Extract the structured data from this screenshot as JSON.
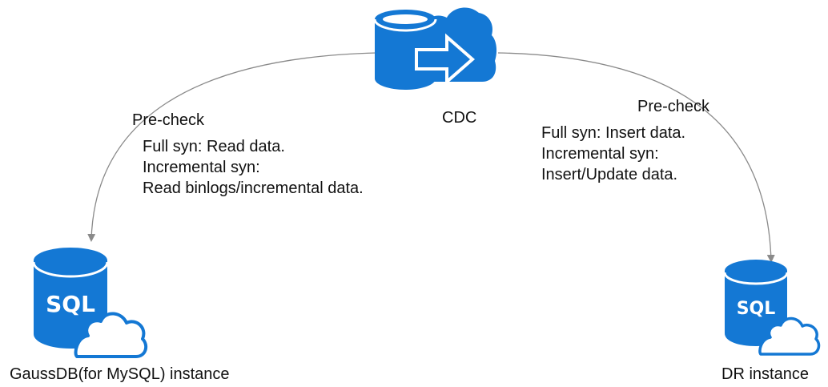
{
  "colors": {
    "accent": "#1478d4",
    "accent_dark": "#0f5fb0",
    "connector": "#8a8a8a",
    "text": "#111111"
  },
  "icons": {
    "cdc": "cloud-database-arrow-icon",
    "source_db": "sql-database-cloud-icon",
    "target_db": "sql-database-cloud-icon"
  },
  "cdc": {
    "label": "CDC"
  },
  "source": {
    "label": "GaussDB(for MySQL) instance",
    "icon_text": "SQL"
  },
  "target": {
    "label": "DR instance",
    "icon_text": "SQL"
  },
  "left_edge": {
    "precheck": "Pre-check",
    "lines": [
      "Full syn: Read data.",
      "Incremental syn:",
      "Read binlogs/incremental data."
    ]
  },
  "right_edge": {
    "precheck": "Pre-check",
    "lines": [
      "Full syn: Insert data.",
      "Incremental syn:",
      "Insert/Update data."
    ]
  }
}
